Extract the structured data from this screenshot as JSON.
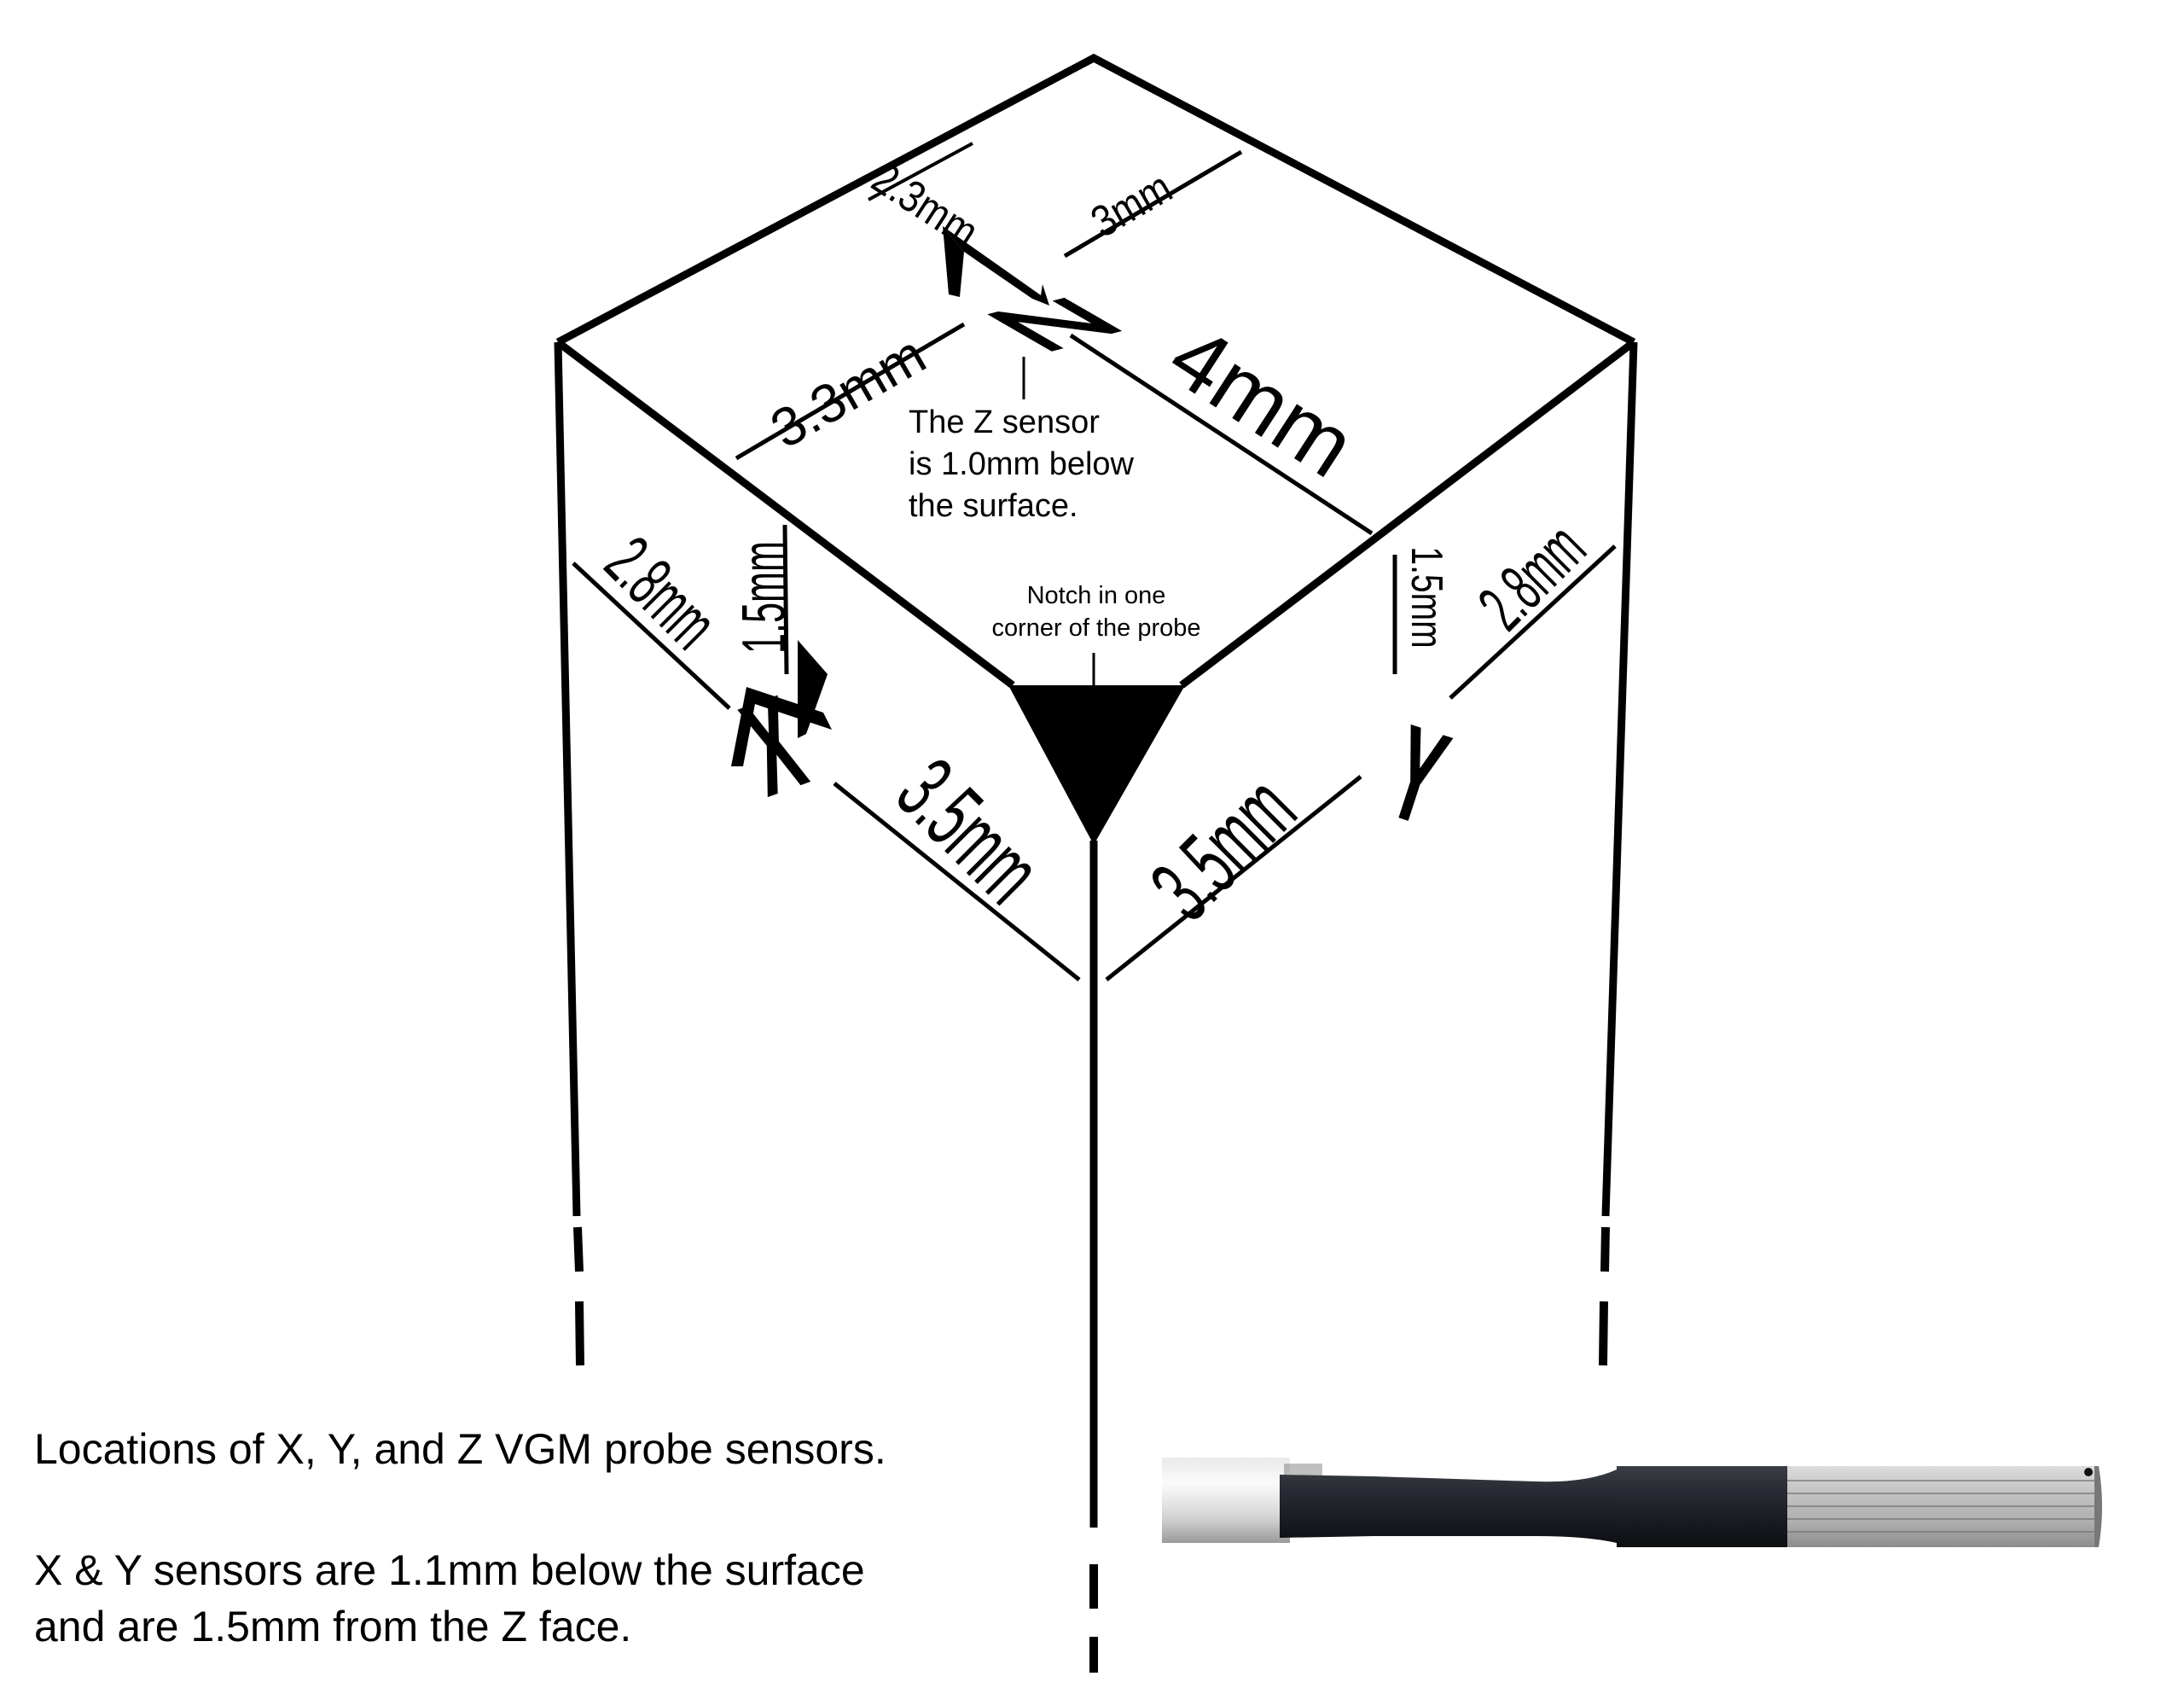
{
  "axes": {
    "x": "X",
    "y": "Y",
    "z": "Z"
  },
  "dimensions": {
    "z_top_left": "2.3mm",
    "z_top_right": "3mm",
    "z_left": "3.3mm",
    "z_right": "4mm",
    "x_top": "2.8mm",
    "x_offset": "1.5mm",
    "x_bottom": "3.5mm",
    "y_offset": "1.5mm",
    "y_top": "2.8mm",
    "y_bottom": "3.5mm"
  },
  "notes": {
    "z_sensor": [
      "The Z sensor",
      "is 1.0mm below",
      "the surface."
    ],
    "notch": [
      "Notch in one",
      "corner of the probe"
    ]
  },
  "captions": {
    "title": "Locations of X, Y, and Z VGM probe sensors.",
    "detail_line1": "X & Y sensors are 1.1mm below the surface",
    "detail_line2": "and are 1.5mm from the Z face."
  }
}
